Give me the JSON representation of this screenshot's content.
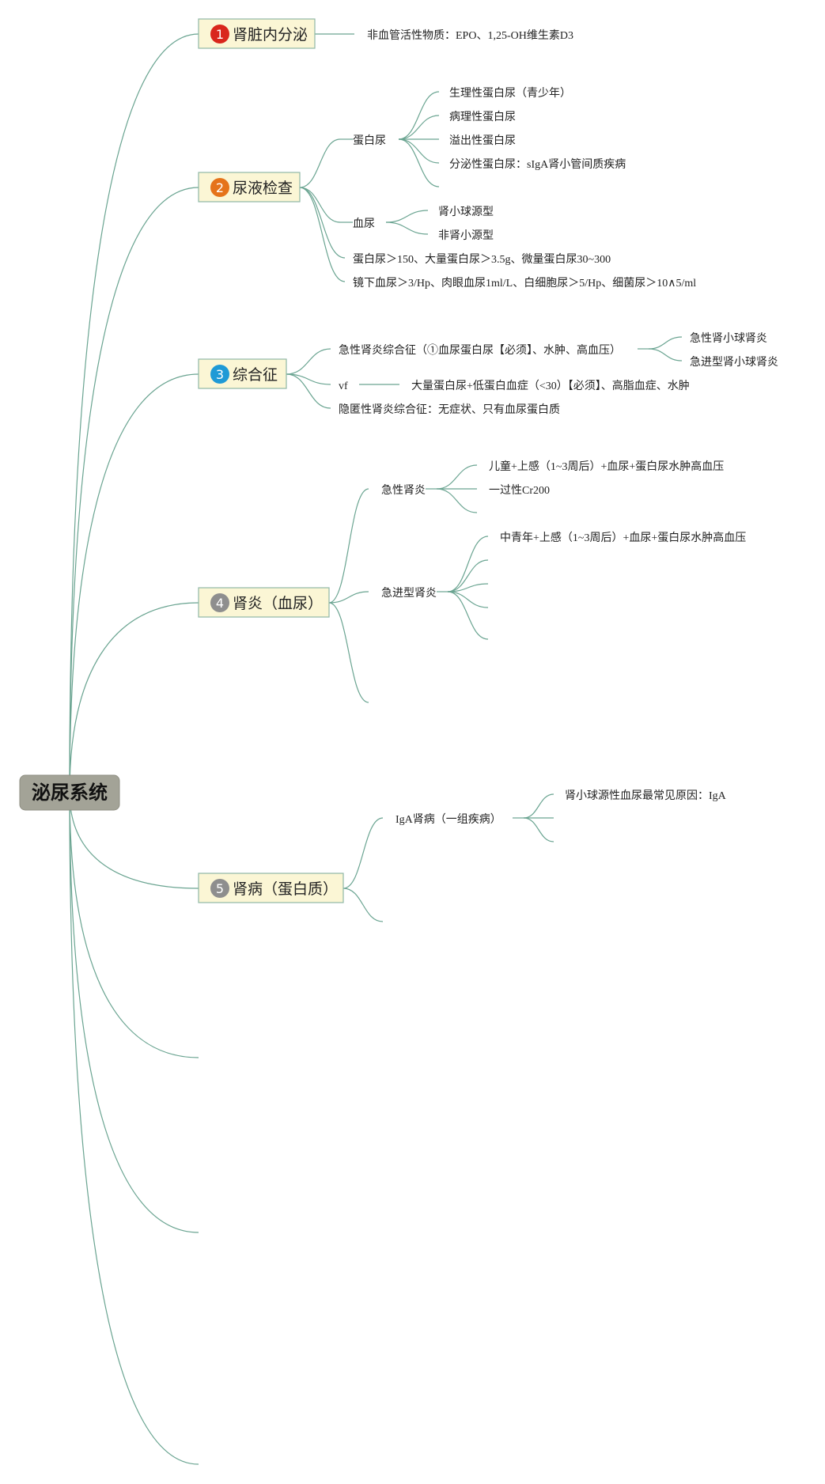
{
  "root": {
    "label": "泌尿系统"
  },
  "branches": [
    {
      "num": "1",
      "label": "肾脏内分泌",
      "badge_color": "#d9261c",
      "children": [
        {
          "label": "非血管活性物质：EPO、1,25-OH维生素D3"
        }
      ]
    },
    {
      "num": "2",
      "label": "尿液检查",
      "badge_color": "#e5731a",
      "children": [
        {
          "label": "蛋白尿",
          "children": [
            {
              "label": "生理性蛋白尿（青少年）"
            },
            {
              "label": "病理性蛋白尿"
            },
            {
              "label": "溢出性蛋白尿"
            },
            {
              "label": "分泌性蛋白尿：sIgA肾小管间质疾病"
            },
            {
              "label": ""
            }
          ]
        },
        {
          "label": "血尿",
          "children": [
            {
              "label": "肾小球源型"
            },
            {
              "label": "非肾小源型"
            }
          ]
        },
        {
          "label": "蛋白尿＞150、大量蛋白尿＞3.5g、微量蛋白尿30~300"
        },
        {
          "label": "镜下血尿＞3/Hp、肉眼血尿1ml/L、白细胞尿＞5/Hp、细菌尿＞10∧5/ml"
        }
      ]
    },
    {
      "num": "3",
      "label": "综合征",
      "badge_color": "#1f9ad6",
      "children": [
        {
          "label": "急性肾炎综合征（①血尿蛋白尿【必须】、水肿、高血压）",
          "children": [
            {
              "label": "急性肾小球肾炎"
            },
            {
              "label": "急进型肾小球肾炎"
            }
          ]
        },
        {
          "label": "vf",
          "children": [
            {
              "label": "大量蛋白尿+低蛋白血症（<30）【必须】、高脂血症、水肿"
            }
          ]
        },
        {
          "label": "隐匿性肾炎综合征：无症状、只有血尿蛋白质"
        }
      ]
    },
    {
      "num": "4",
      "label": "肾炎（血尿）",
      "badge_color": "#8e8e8e",
      "children": [
        {
          "label": "急性肾炎",
          "children": [
            {
              "label": "儿童+上感（1~3周后）+血尿+蛋白尿水肿高血压"
            },
            {
              "label": "一过性Cr200"
            },
            {
              "label": ""
            }
          ]
        },
        {
          "label": "急进型肾炎",
          "children": [
            {
              "label": "中青年+上感（1~3周后）+血尿+蛋白尿水肿高血压"
            },
            {
              "label": ""
            },
            {
              "label": ""
            },
            {
              "label": ""
            },
            {
              "label": ""
            }
          ]
        },
        {
          "label": ""
        }
      ]
    },
    {
      "num": "5",
      "label": "肾病（蛋白质）",
      "badge_color": "#8e8e8e",
      "children": [
        {
          "label": "IgA肾病（一组疾病）",
          "children": [
            {
              "label": "肾小球源性血尿最常见原因：IgA"
            },
            {
              "label": ""
            },
            {
              "label": ""
            }
          ]
        },
        {
          "label": ""
        }
      ]
    },
    {
      "num": "",
      "label": "",
      "badge_color": "",
      "children": []
    },
    {
      "num": "",
      "label": "",
      "badge_color": "",
      "children": []
    },
    {
      "num": "",
      "label": "",
      "badge_color": "",
      "children": []
    }
  ]
}
